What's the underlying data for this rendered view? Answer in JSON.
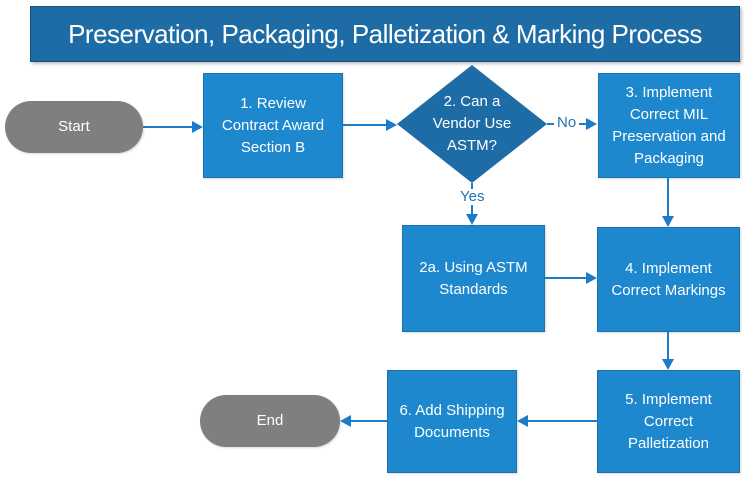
{
  "title": "Preservation, Packaging, Palletization & Marking Process",
  "colors": {
    "title_bg": "#1E6CA6",
    "diamond_fill": "#1E6CA6",
    "box_fill": "#1E88CE",
    "terminal_fill": "#7F7F7F",
    "arrow": "#1B7CCB",
    "edge_label": "#1E74B4",
    "node_text": "#FFFFFF"
  },
  "nodes": {
    "start": {
      "type": "terminator",
      "label": "Start"
    },
    "step1": {
      "type": "process",
      "label": "1. Review\nContract Award\nSection B"
    },
    "decision2": {
      "type": "decision",
      "label": "2. Can a\nVendor Use\nASTM?"
    },
    "step3": {
      "type": "process",
      "label": "3. Implement\nCorrect MIL\nPreservation and\nPackaging"
    },
    "step2a": {
      "type": "process",
      "label": "2a. Using ASTM\nStandards"
    },
    "step4": {
      "type": "process",
      "label": "4. Implement\nCorrect Markings"
    },
    "step5": {
      "type": "process",
      "label": "5. Implement\nCorrect\nPalletization"
    },
    "step6": {
      "type": "process",
      "label": "6. Add Shipping\nDocuments"
    },
    "end": {
      "type": "terminator",
      "label": "End"
    }
  },
  "edge_labels": {
    "no": "No",
    "yes": "Yes"
  },
  "edges": [
    {
      "from": "start",
      "to": "step1"
    },
    {
      "from": "step1",
      "to": "decision2"
    },
    {
      "from": "decision2",
      "to": "step3",
      "label": "No"
    },
    {
      "from": "decision2",
      "to": "step2a",
      "label": "Yes"
    },
    {
      "from": "step3",
      "to": "step4"
    },
    {
      "from": "step2a",
      "to": "step4"
    },
    {
      "from": "step4",
      "to": "step5"
    },
    {
      "from": "step5",
      "to": "step6"
    },
    {
      "from": "step6",
      "to": "end"
    }
  ]
}
